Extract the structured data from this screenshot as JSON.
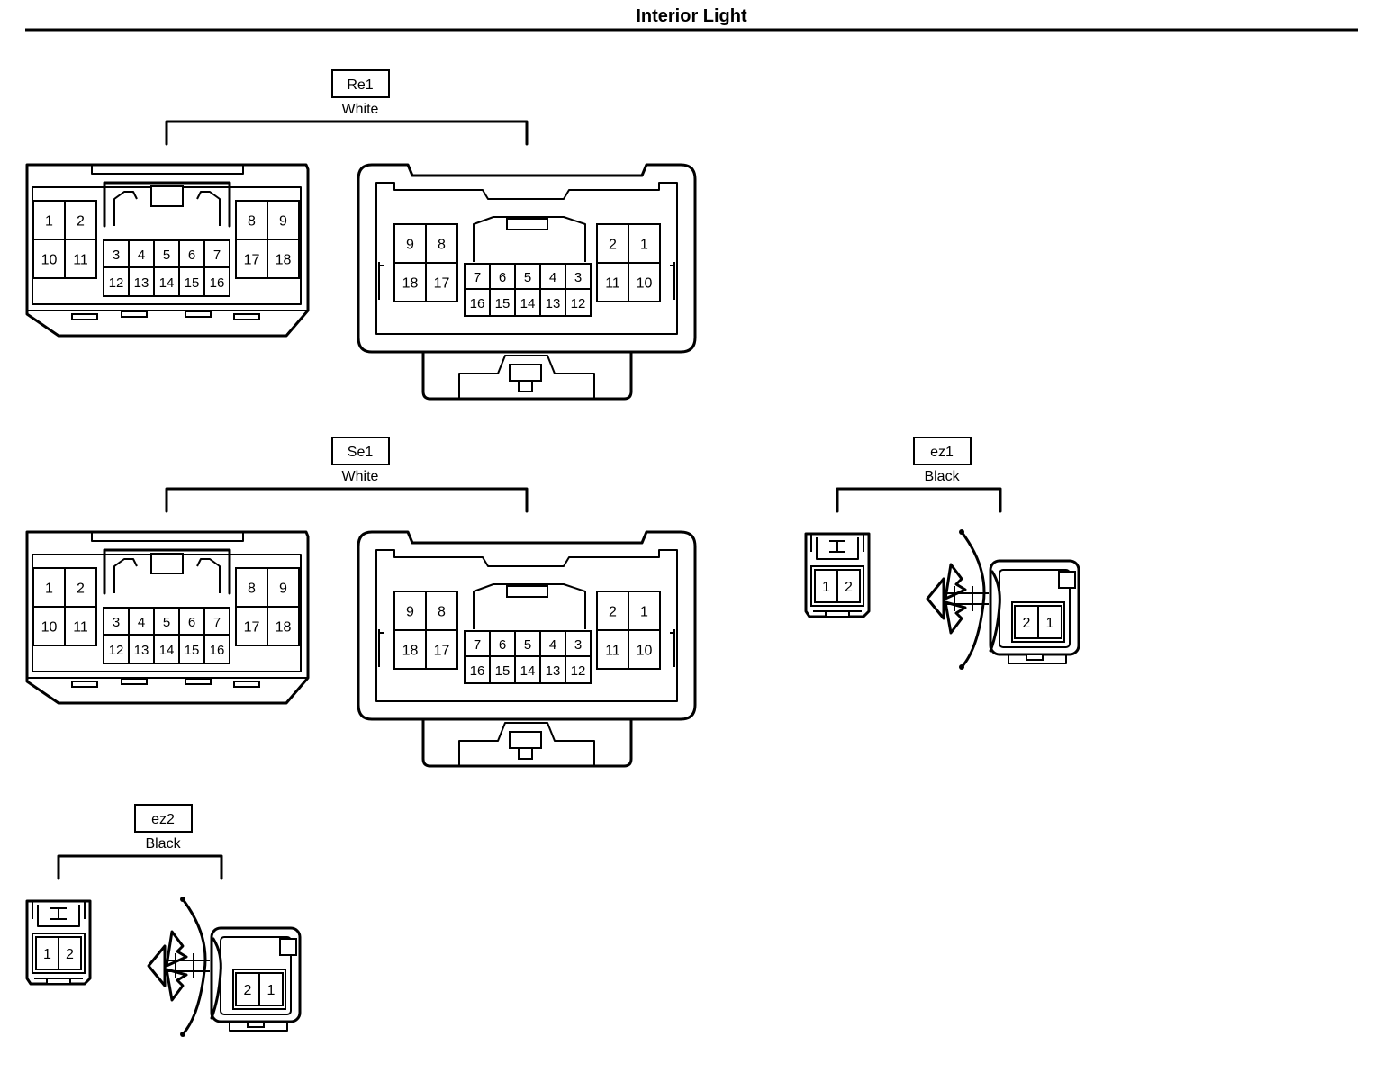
{
  "title": "Interior Light",
  "connectors": {
    "re1": {
      "id": "Re1",
      "color": "White"
    },
    "se1": {
      "id": "Se1",
      "color": "White"
    },
    "ez1": {
      "id": "ez1",
      "color": "Black"
    },
    "ez2": {
      "id": "ez2",
      "color": "Black"
    }
  },
  "pins_18": {
    "male_left_block": [
      "1",
      "2",
      "10",
      "11"
    ],
    "male_right_block": [
      "8",
      "9",
      "17",
      "18"
    ],
    "male_center_top": [
      "3",
      "4",
      "5",
      "6",
      "7"
    ],
    "male_center_bottom": [
      "12",
      "13",
      "14",
      "15",
      "16"
    ],
    "female_left_block": [
      "9",
      "8",
      "18",
      "17"
    ],
    "female_right_block": [
      "2",
      "1",
      "11",
      "10"
    ],
    "female_center_top": [
      "7",
      "6",
      "5",
      "4",
      "3"
    ],
    "female_center_bottom": [
      "16",
      "15",
      "14",
      "13",
      "12"
    ]
  },
  "pins_2": {
    "male": [
      "1",
      "2"
    ],
    "female": [
      "2",
      "1"
    ]
  }
}
